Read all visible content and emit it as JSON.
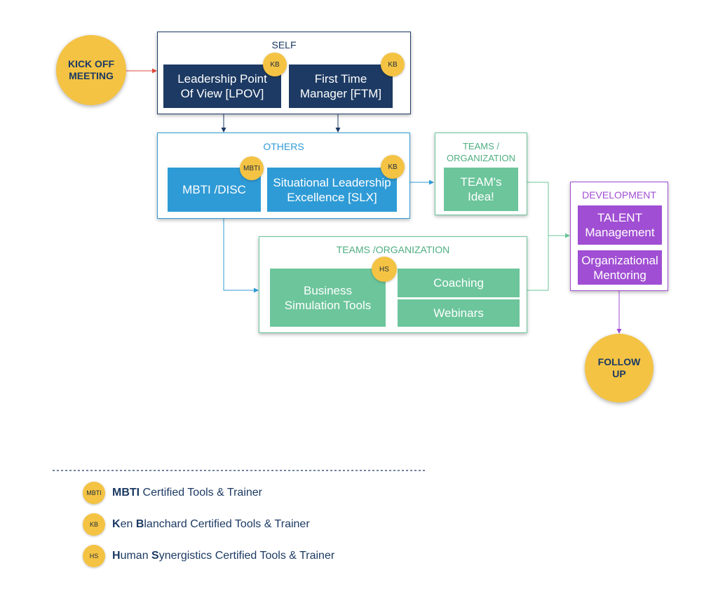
{
  "kickoff": {
    "label": "KICK OFF\nMEETING"
  },
  "followup": {
    "label": "FOLLOW\nUP"
  },
  "self": {
    "title": "SELF",
    "boxes": [
      {
        "label": "Leadership Point\nOf View [LPOV]",
        "badge": "KB"
      },
      {
        "label": "First Time\nManager [FTM]",
        "badge": "KB"
      }
    ]
  },
  "others": {
    "title": "OTHERS",
    "boxes": [
      {
        "label": "MBTI /DISC",
        "badge": "MBTI"
      },
      {
        "label": "Situational Leadership\nExcellence [SLX]",
        "badge": "KB"
      }
    ]
  },
  "teams_small": {
    "title": "TEAMS /\nORGANIZATION",
    "box": {
      "label": "TEAM's\nIdea!"
    }
  },
  "teams_large": {
    "title": "TEAMS /ORGANIZATION",
    "boxes": [
      {
        "label": "Business\nSimulation Tools",
        "badge": "HS"
      },
      {
        "label": "Coaching"
      },
      {
        "label": "Webinars"
      }
    ]
  },
  "development": {
    "title": "DEVELOPMENT",
    "boxes": [
      {
        "label": "TALENT\nManagement"
      },
      {
        "label": "Organizational\nMentoring"
      }
    ]
  },
  "legend": [
    {
      "badge": "MBTI",
      "l1": "MBTI",
      "r1": " Certified Tools & Trainer"
    },
    {
      "badge": "KB",
      "l1": "K",
      "r1": "en ",
      "l2": "B",
      "r2": "lanchard Certified Tools & Trainer"
    },
    {
      "badge": "HS",
      "l1": "H",
      "r1": "uman ",
      "l2": "S",
      "r2": "ynergistics Certified Tools & Trainer"
    }
  ],
  "colors": {
    "navy": "#1c3a63",
    "blue": "#2f9bd6",
    "green": "#6cc59b",
    "purple": "#a04ed3",
    "yellow": "#f4c343"
  }
}
